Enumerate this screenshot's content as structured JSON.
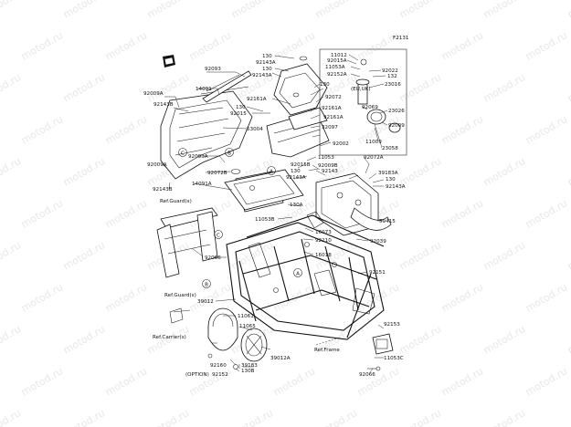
{
  "diagram_code": "F2131",
  "watermark_text": "motod.ru",
  "region_note": "(EU,UK)",
  "option_note": "(OPTION)",
  "callouts": {
    "A": "A",
    "B": "B",
    "C": "C"
  },
  "reference_labels": {
    "ref_guards_top": "Ref.Guard(s)",
    "ref_guards_bottom": "Ref.Guard(s)",
    "ref_carriers": "Ref.Carrier(s)",
    "ref_frame": "Ref.Frame"
  },
  "part_numbers": [
    "92093",
    "14091",
    "92009A",
    "92143B",
    "53004",
    "92093A",
    "92072B",
    "92009A",
    "92143B",
    "14091A",
    "130",
    "92143A",
    "130",
    "92143A",
    "130",
    "92072",
    "92161A",
    "130",
    "92015",
    "92161A",
    "92161A",
    "32097",
    "92002",
    "92015B",
    "130",
    "92143A",
    "11053",
    "11012",
    "92015A",
    "11053A",
    "92152A",
    "92022",
    "132",
    "23016",
    "92069",
    "23026",
    "92009",
    "11009",
    "23058",
    "92072A",
    "39183A",
    "130",
    "92143A",
    "92009B",
    "92143",
    "130A",
    "11053B",
    "16073",
    "92210",
    "92039",
    "59415",
    "16018",
    "92066",
    "92151",
    "39012",
    "11061",
    "11065",
    "39012A",
    "92160",
    "39183",
    "92152",
    "130B",
    "92153",
    "11053C",
    "92066"
  ],
  "colors": {
    "line": "#111111",
    "watermark": "#e7e7e7",
    "background": "#ffffff"
  }
}
